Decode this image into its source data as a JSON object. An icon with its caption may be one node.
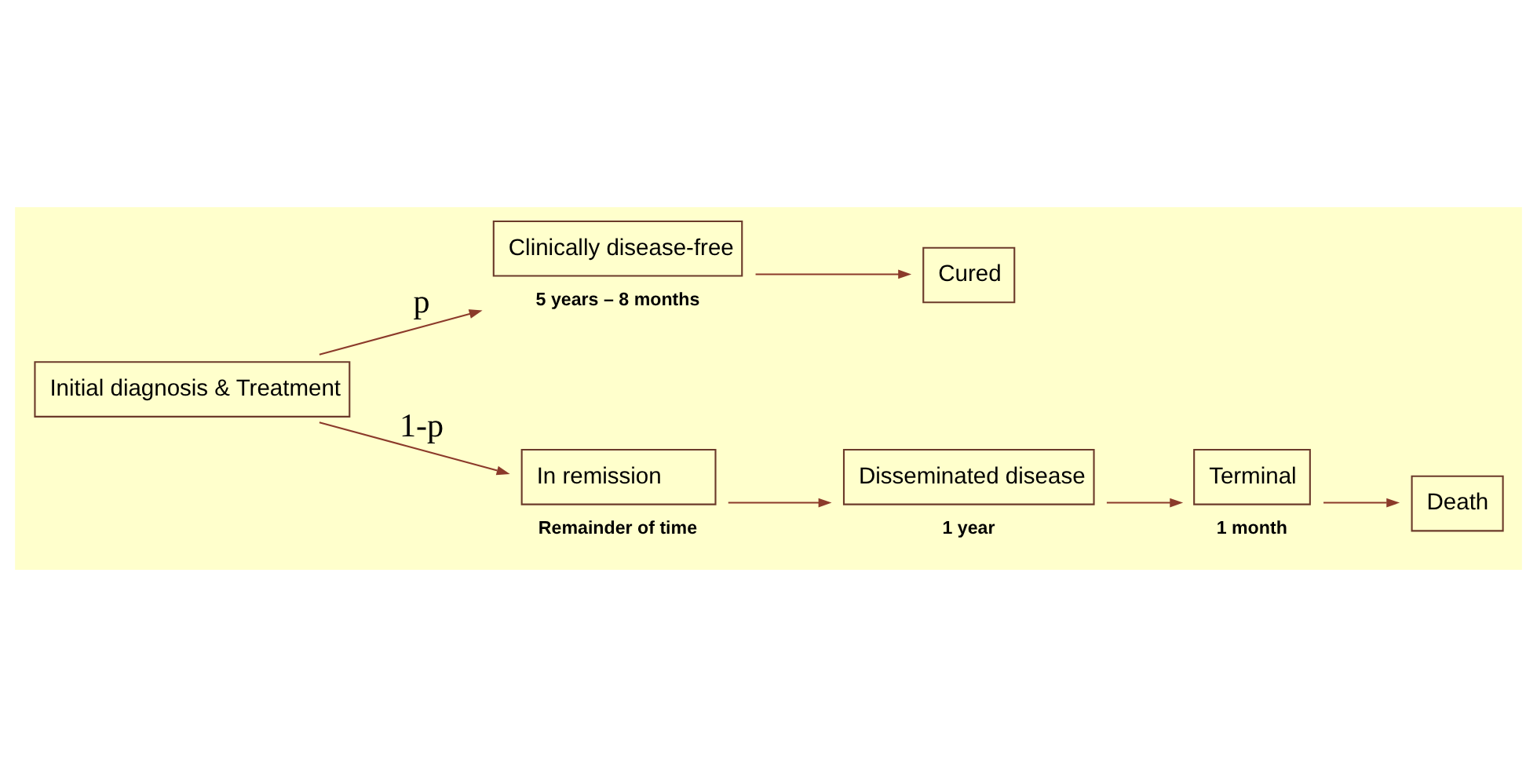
{
  "diagram": {
    "nodes": [
      {
        "text": [
          "Initial diagnosis & Treatment"
        ]
      },
      {
        "text": [
          "Clinically disease-free"
        ],
        "beside": [
          "5 years – 8 months"
        ]
      },
      {
        "text": [
          "Cured"
        ]
      },
      {
        "text": [
          "In remission"
        ],
        "beside": [
          "Remainder of time"
        ]
      },
      {
        "text": [
          "Disseminated disease"
        ],
        "beside": [
          "1 year"
        ]
      },
      {
        "text": [
          "Terminal"
        ],
        "beside": [
          "1 month"
        ]
      },
      {
        "text": [
          "Death"
        ]
      }
    ],
    "edges": [
      {
        "from": 0,
        "to": 1,
        "arrow": "to",
        "label": "p"
      },
      {
        "from": 1,
        "to": 2,
        "arrow": "to"
      },
      {
        "from": 0,
        "to": 3,
        "arrow": "to",
        "label": "1-p"
      },
      {
        "from": 3,
        "to": 4,
        "arrow": "to"
      },
      {
        "from": 4,
        "to": 5,
        "arrow": "to"
      },
      {
        "from": 5,
        "to": 6,
        "arrow": "to"
      }
    ]
  }
}
